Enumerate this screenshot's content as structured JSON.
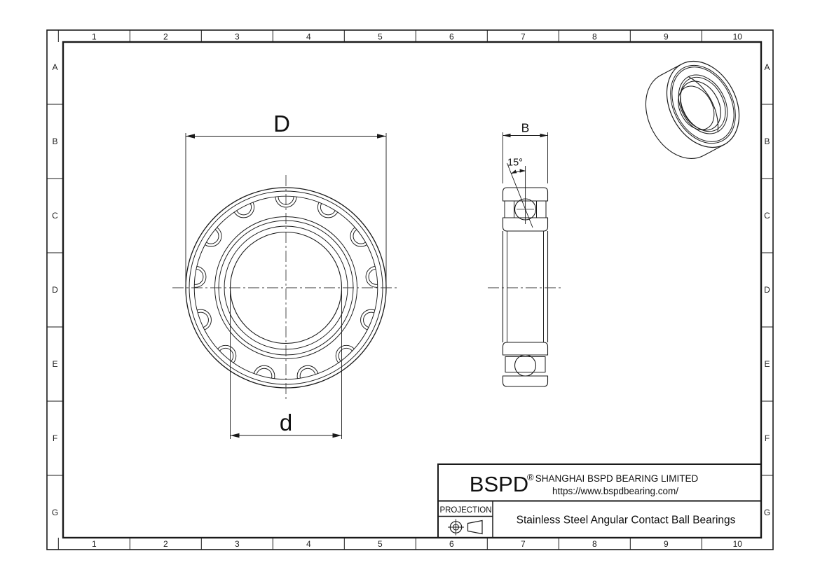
{
  "drawing": {
    "sheet": {
      "background": "#ffffff",
      "line_color": "#1a1a1a"
    },
    "grid": {
      "columns": [
        "1",
        "2",
        "3",
        "4",
        "5",
        "6",
        "7",
        "8",
        "9",
        "10"
      ],
      "rows": [
        "A",
        "B",
        "C",
        "D",
        "E",
        "F",
        "G"
      ]
    },
    "dimensions": {
      "outer_diameter": "D",
      "bore_diameter": "d",
      "width": "B",
      "contact_angle": "15°"
    },
    "title_block": {
      "brand": "BSPD",
      "registered_mark": "®",
      "company": "SHANGHAI BSPD BEARING LIMITED",
      "website": "https://www.bspdbearing.com/",
      "projection_label": "PROJECTION",
      "drawing_title": "Stainless Steel Angular Contact Ball Bearings"
    }
  }
}
